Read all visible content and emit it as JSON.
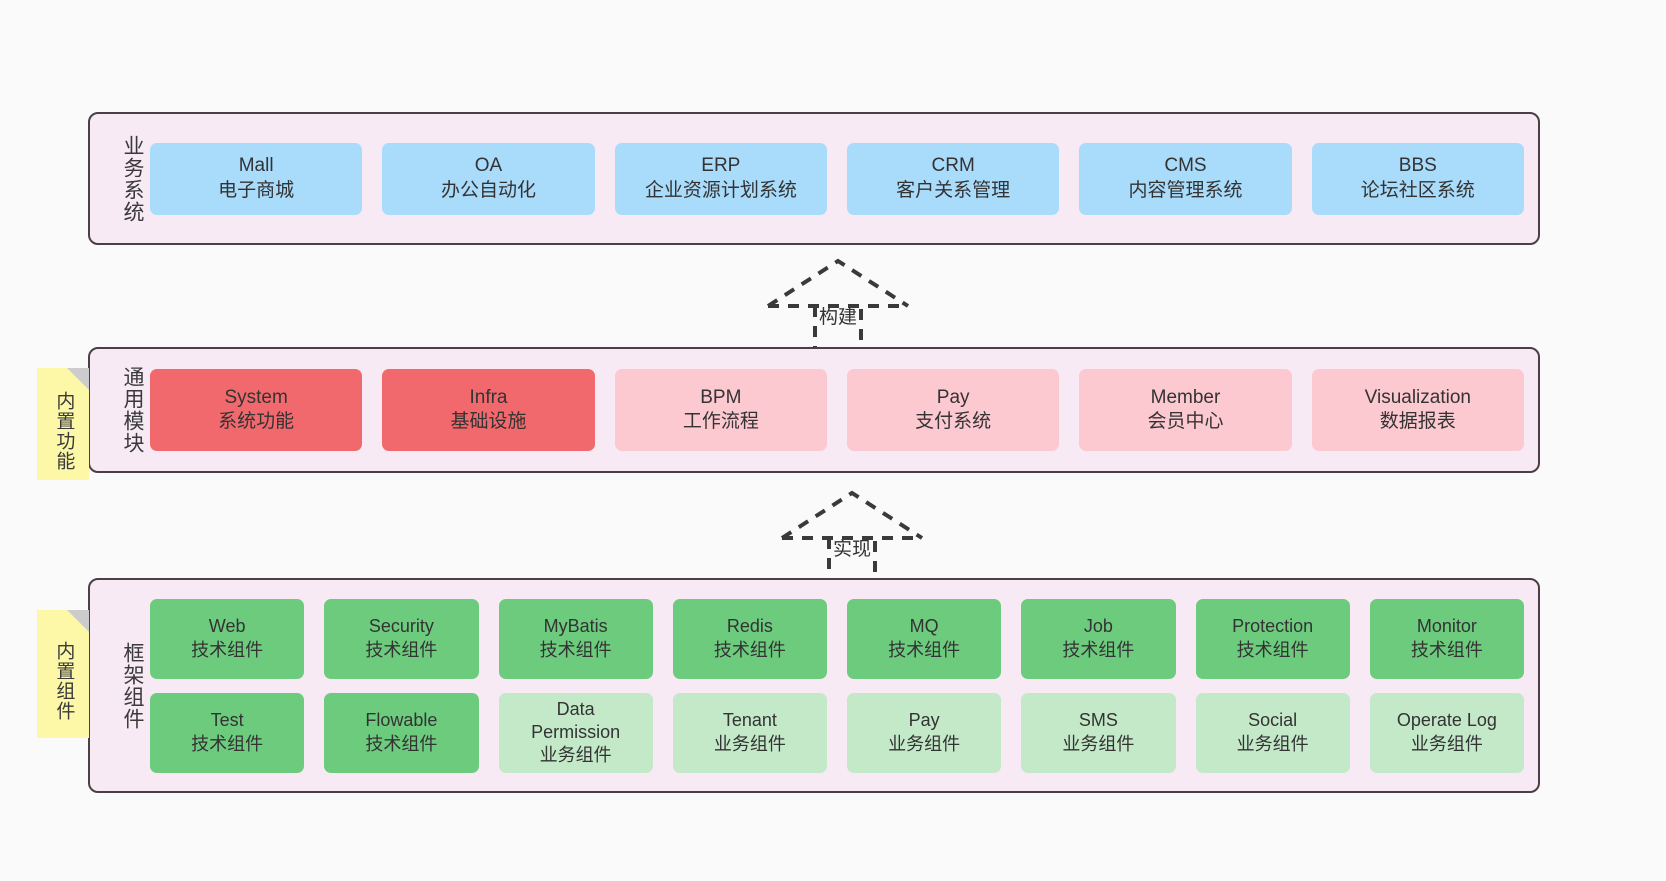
{
  "diagram": {
    "notes": [
      {
        "id": "builtin-features",
        "text": "内置功能"
      },
      {
        "id": "builtin-components",
        "text": "内置组件"
      }
    ],
    "connectors": [
      {
        "id": "build",
        "label": "构建",
        "style": "dashed-generalization-up"
      },
      {
        "id": "implement",
        "label": "实现",
        "style": "dashed-generalization-up"
      }
    ],
    "tiers": [
      {
        "id": "business-systems",
        "label": "业务系统",
        "rows": [
          [
            {
              "title": "Mall",
              "sub": "电子商城",
              "color": "#a9dbfb"
            },
            {
              "title": "OA",
              "sub": "办公自动化",
              "color": "#a9dbfb"
            },
            {
              "title": "ERP",
              "sub": "企业资源计划系统",
              "color": "#a9dbfb"
            },
            {
              "title": "CRM",
              "sub": "客户关系管理",
              "color": "#a9dbfb"
            },
            {
              "title": "CMS",
              "sub": "内容管理系统",
              "color": "#a9dbfb"
            },
            {
              "title": "BBS",
              "sub": "论坛社区系统",
              "color": "#a9dbfb"
            }
          ]
        ]
      },
      {
        "id": "common-modules",
        "label": "通用模块",
        "rows": [
          [
            {
              "title": "System",
              "sub": "系统功能",
              "color": "#f2696d"
            },
            {
              "title": "Infra",
              "sub": "基础设施",
              "color": "#f2696d"
            },
            {
              "title": "BPM",
              "sub": "工作流程",
              "color": "#fcc9d0"
            },
            {
              "title": "Pay",
              "sub": "支付系统",
              "color": "#fcc9d0"
            },
            {
              "title": "Member",
              "sub": "会员中心",
              "color": "#fcc9d0"
            },
            {
              "title": "Visualization",
              "sub": "数据报表",
              "color": "#fcc9d0"
            }
          ]
        ]
      },
      {
        "id": "framework-components",
        "label": "框架组件",
        "rows": [
          [
            {
              "title": "Web",
              "sub": "技术组件",
              "color": "#6dcb7e"
            },
            {
              "title": "Security",
              "sub": "技术组件",
              "color": "#6dcb7e"
            },
            {
              "title": "MyBatis",
              "sub": "技术组件",
              "color": "#6dcb7e"
            },
            {
              "title": "Redis",
              "sub": "技术组件",
              "color": "#6dcb7e"
            },
            {
              "title": "MQ",
              "sub": "技术组件",
              "color": "#6dcb7e"
            },
            {
              "title": "Job",
              "sub": "技术组件",
              "color": "#6dcb7e"
            },
            {
              "title": "Protection",
              "sub": "技术组件",
              "color": "#6dcb7e"
            },
            {
              "title": "Monitor",
              "sub": "技术组件",
              "color": "#6dcb7e"
            }
          ],
          [
            {
              "title": "Test",
              "sub": "技术组件",
              "color": "#6dcb7e"
            },
            {
              "title": "Flowable",
              "sub": "技术组件",
              "color": "#6dcb7e"
            },
            {
              "title": "Data\nPermission",
              "sub": "业务组件",
              "color": "#c3e9c8"
            },
            {
              "title": "Tenant",
              "sub": "业务组件",
              "color": "#c3e9c8"
            },
            {
              "title": "Pay",
              "sub": "业务组件",
              "color": "#c3e9c8"
            },
            {
              "title": "SMS",
              "sub": "业务组件",
              "color": "#c3e9c8"
            },
            {
              "title": "Social",
              "sub": "业务组件",
              "color": "#c3e9c8"
            },
            {
              "title": "Operate Log",
              "sub": "业务组件",
              "color": "#c3e9c8"
            }
          ]
        ]
      }
    ]
  }
}
